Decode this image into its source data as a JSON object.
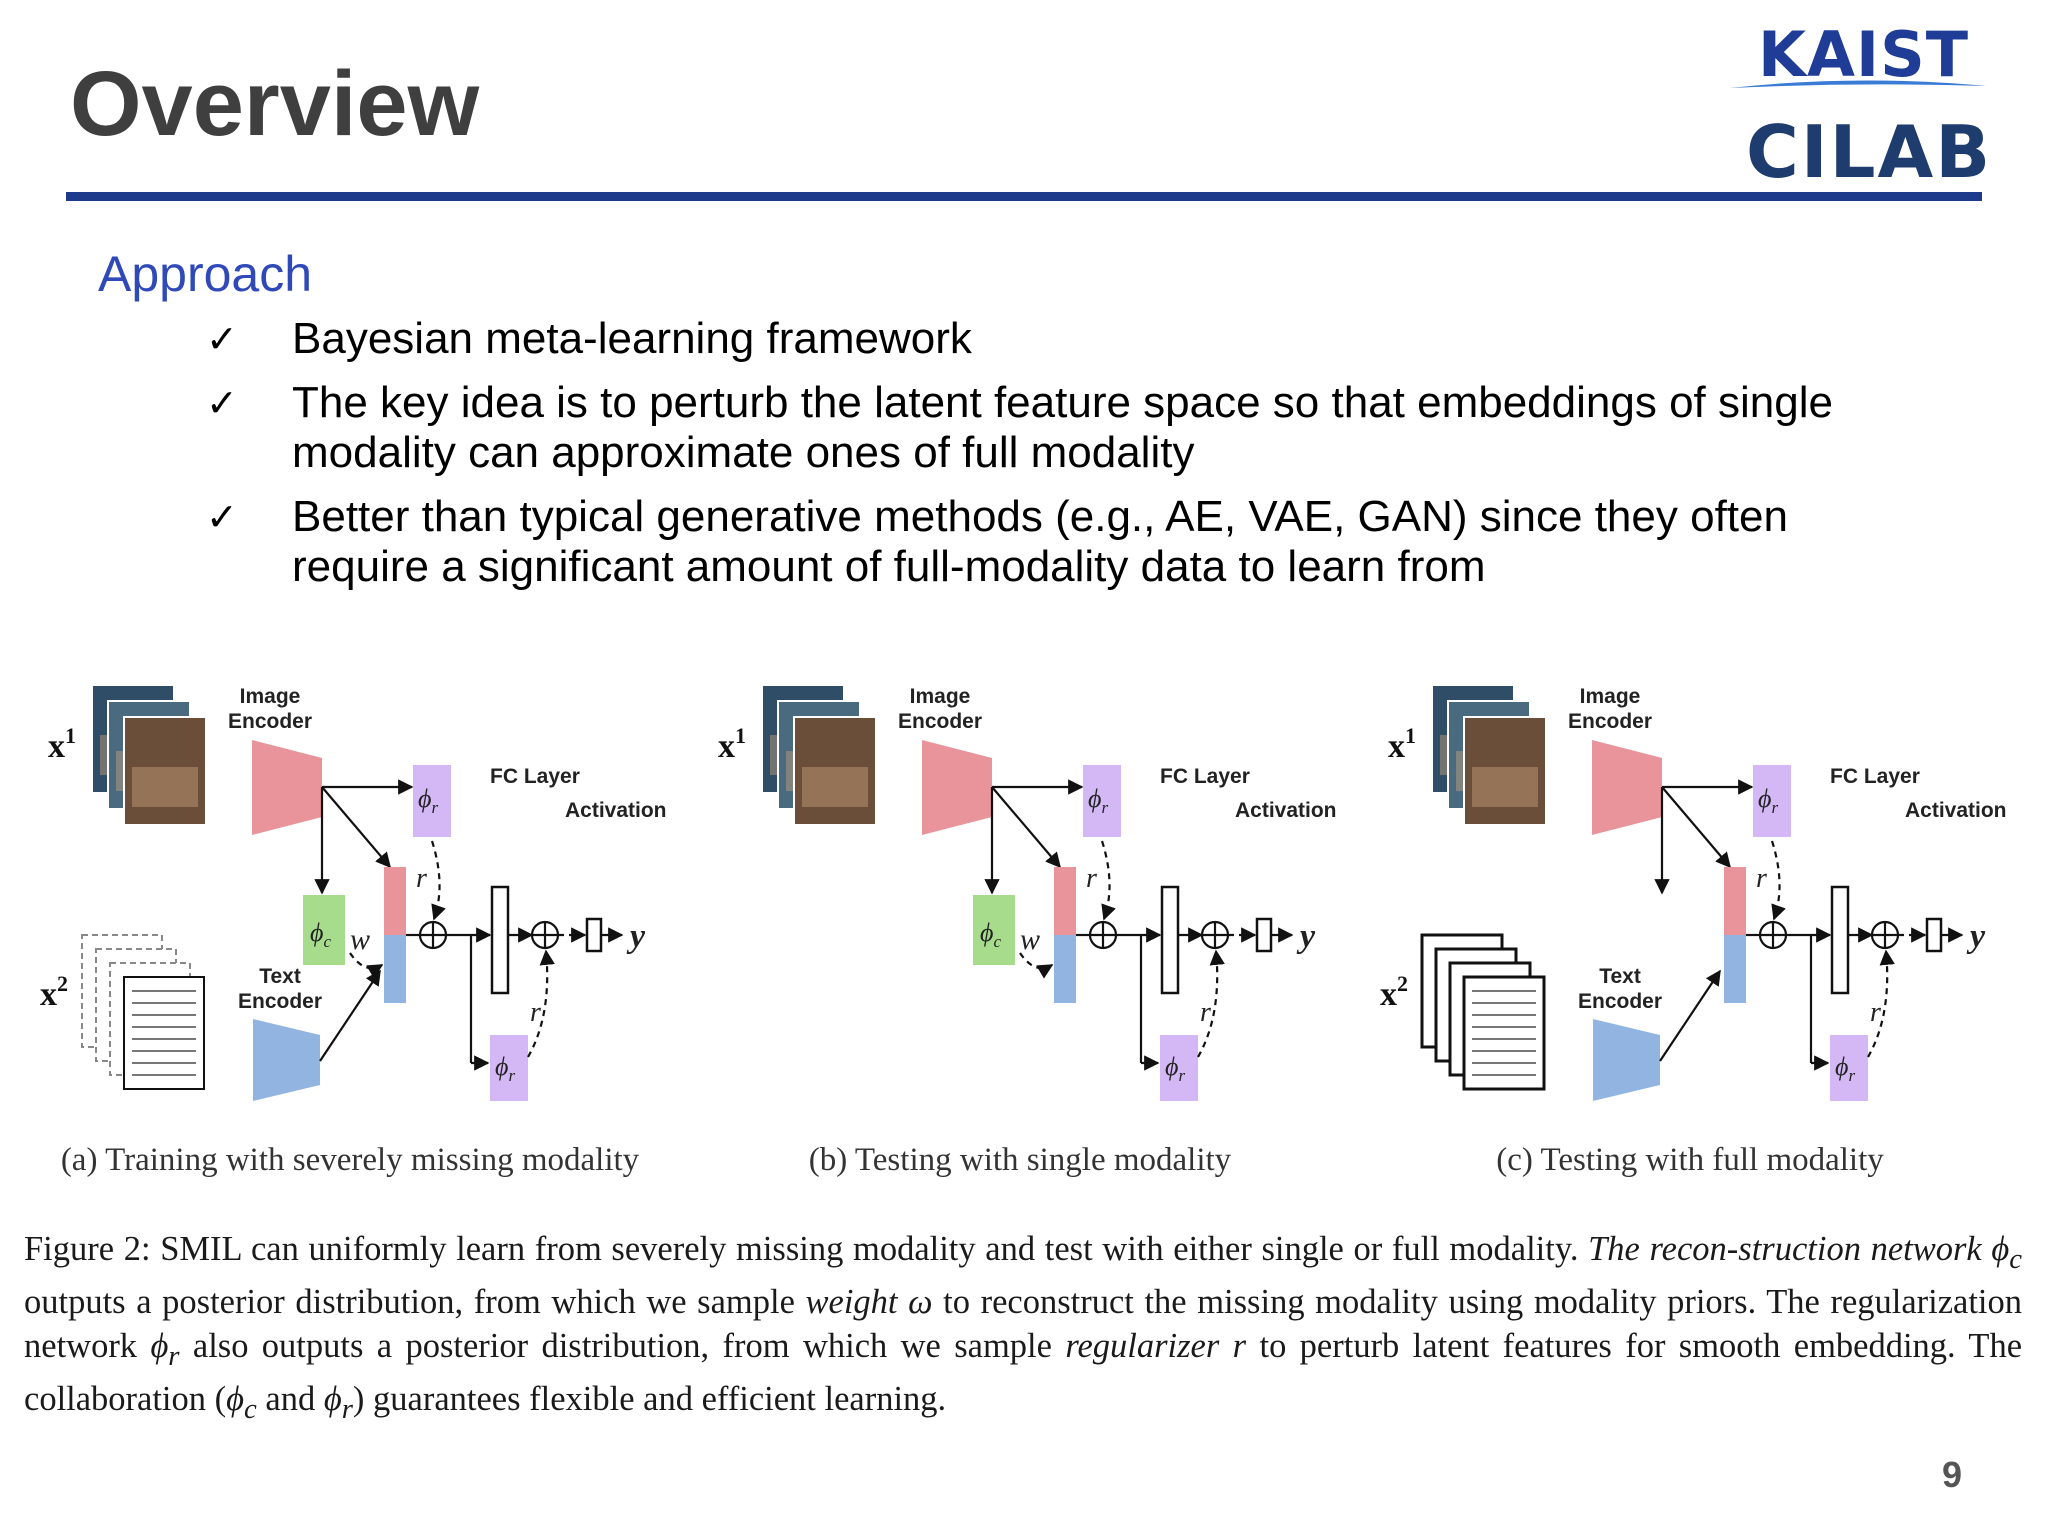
{
  "slide": {
    "title": "Overview",
    "page_number": "9"
  },
  "logo": {
    "top_text": "KAIST",
    "bottom_text": "CILAB",
    "colors": {
      "kaist": "#1f3c96",
      "cilab_dark": "#1f3c6e",
      "swoosh": "#3a7bd5"
    }
  },
  "colors": {
    "title": "#3f3f3f",
    "rule": "#1e3a8a",
    "heading": "#2f49b8"
  },
  "section": {
    "heading": "Approach",
    "bullets": [
      {
        "icon": "check-mark-icon",
        "mark": "✓",
        "lines": [
          "Bayesian meta-learning framework"
        ]
      },
      {
        "icon": "check-mark-icon",
        "mark": "✓",
        "lines": [
          "The key idea is to perturb the latent feature space so that embeddings of single",
          "modality can approximate ones of full modality"
        ]
      },
      {
        "icon": "check-mark-icon",
        "mark": "✓",
        "lines": [
          "Better than typical generative methods (e.g., AE, VAE, GAN) since they often",
          "require a significant amount of full-modality data to learn from"
        ]
      }
    ]
  },
  "figure": {
    "colors": {
      "image_encoder": "#e8949a",
      "text_encoder": "#92b4e0",
      "phi_r": "#d4b8f5",
      "phi_c": "#a7dc8c"
    },
    "labels": {
      "x1": "x",
      "x1_sup": "1",
      "x2": "x",
      "x2_sup": "2",
      "image_encoder_1": "Image",
      "image_encoder_2": "Encoder",
      "text_encoder_1": "Text",
      "text_encoder_2": "Encoder",
      "fc_layer": "FC Layer",
      "activation": "Activation",
      "phi": "ϕ",
      "sub_r": "r",
      "sub_c": "c",
      "w": "w",
      "r": "r",
      "y": "y"
    },
    "panels": [
      {
        "id": "a",
        "caption": "(a) Training with severely missing modality",
        "x2_style": "dashed",
        "has_text_encoder": true,
        "has_phi_c": true
      },
      {
        "id": "b",
        "caption": "(b) Testing with single modality",
        "x2_style": "none",
        "has_text_encoder": false,
        "has_phi_c": true
      },
      {
        "id": "c",
        "caption": "(c) Testing with full modality",
        "x2_style": "solid",
        "has_text_encoder": true,
        "has_phi_c": false
      }
    ]
  },
  "caption": {
    "lead": "Figure 2: SMIL can uniformly learn from severely missing modality and test with either single or full modality.",
    "it1": "The recon-struction network",
    "t1": "outputs a posterior distribution, from which we sample",
    "it2": "weight",
    "t2": "to reconstruct the missing modality using modality priors. The regularization network",
    "t3": "also outputs a posterior distribution, from which we sample",
    "it3": "regularizer",
    "t4": "to perturb latent features for smooth embedding. The collaboration (",
    "and": "and",
    "t5": ") guarantees flexible and efficient learning.",
    "sym_phi": "ϕ",
    "sym_c": "c",
    "sym_r": "r",
    "sym_omega": "ω",
    "sym_rr": "r"
  }
}
